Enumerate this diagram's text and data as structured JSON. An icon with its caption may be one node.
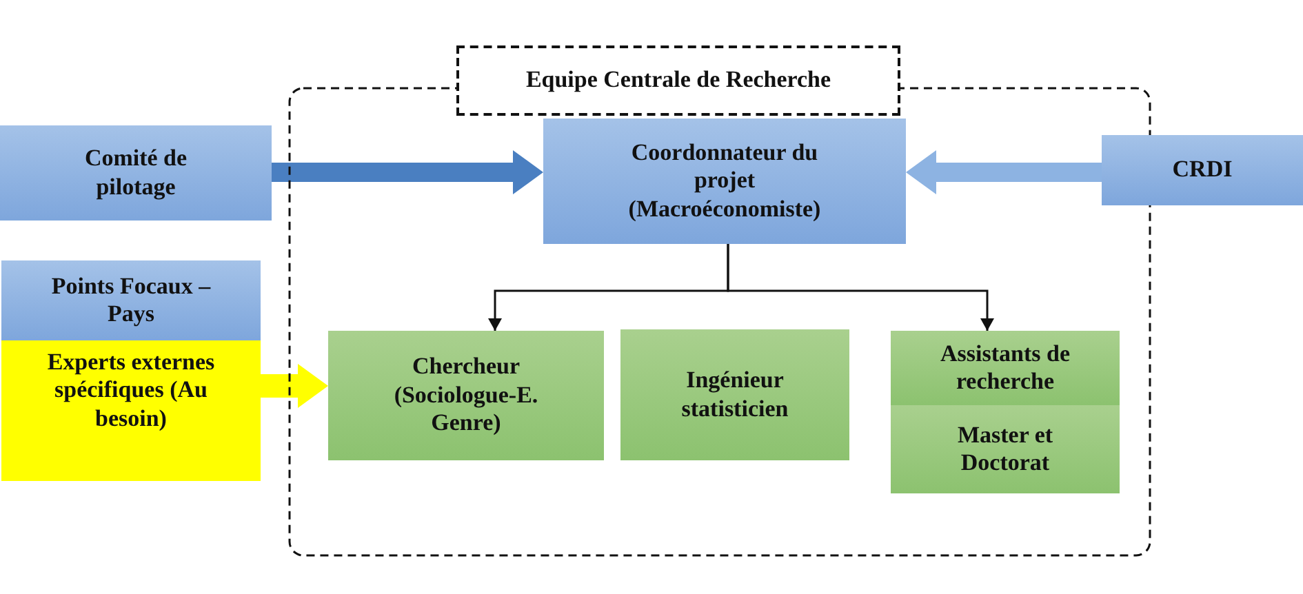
{
  "diagram": {
    "nodes": [
      {
        "text": [
          "Equipe Centrale de Recherche"
        ]
      },
      {
        "text": [
          "Comité de pilotage"
        ]
      },
      {
        "text": [
          "Coordonnateur du projet (Macroéconomiste)"
        ],
        "in": 0
      },
      {
        "text": [
          "CRDI"
        ]
      },
      {
        "text": [
          "Points Focaux – Pays"
        ]
      },
      {
        "text": [
          "Experts externes spécifiques (Au besoin)"
        ]
      },
      {
        "text": [
          "Chercheur (Sociologue-E. Genre)"
        ],
        "in": 0
      },
      {
        "text": [
          "Ingénieur statisticien"
        ],
        "in": 0
      },
      {
        "text": [
          "Assistants de recherche"
        ],
        "in": 0
      },
      {
        "text": [
          "Master et Doctorat"
        ],
        "in": 0
      }
    ],
    "edges": [
      {
        "from": 1,
        "to": 2,
        "arrow": "to",
        "style": "thick",
        "color": "#4a7fc1"
      },
      {
        "from": 3,
        "to": 2,
        "arrow": "to",
        "style": "thick",
        "color": "#8db3e2"
      },
      {
        "from": 5,
        "to": 6,
        "arrow": "to",
        "style": "thick",
        "color": "#ffff00"
      },
      {
        "from": 2,
        "to": 6,
        "arrow": "to"
      },
      {
        "from": 2,
        "to": 8,
        "arrow": "to"
      }
    ]
  }
}
